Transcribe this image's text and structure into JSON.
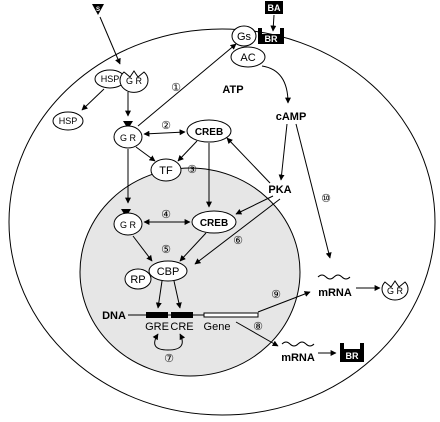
{
  "labels": {
    "ba": "BA",
    "br_top": "BR",
    "gs": "Gs",
    "ac": "AC",
    "atp": "ATP",
    "camp": "cAMP",
    "hsp_bound": "HSP",
    "hsp_free": "HSP",
    "gr_free": "G R",
    "gr_cyto": "G R",
    "gr_nuc": "G R",
    "gr_right": "G R",
    "creb_cyto": "CREB",
    "creb_nuc": "CREB",
    "tf": "TF",
    "pka": "PKA",
    "rp": "RP",
    "cbp": "CBP",
    "dna": "DNA",
    "gre": "GRE",
    "cre": "CRE",
    "gene": "Gene",
    "mrna_right": "mRNA",
    "mrna_bottom": "mRNA",
    "br_bottom": "BR",
    "steroid": "S"
  },
  "steps": [
    "①",
    "②",
    "③",
    "④",
    "⑤",
    "⑥",
    "⑦",
    "⑧",
    "⑨",
    "⑩"
  ]
}
